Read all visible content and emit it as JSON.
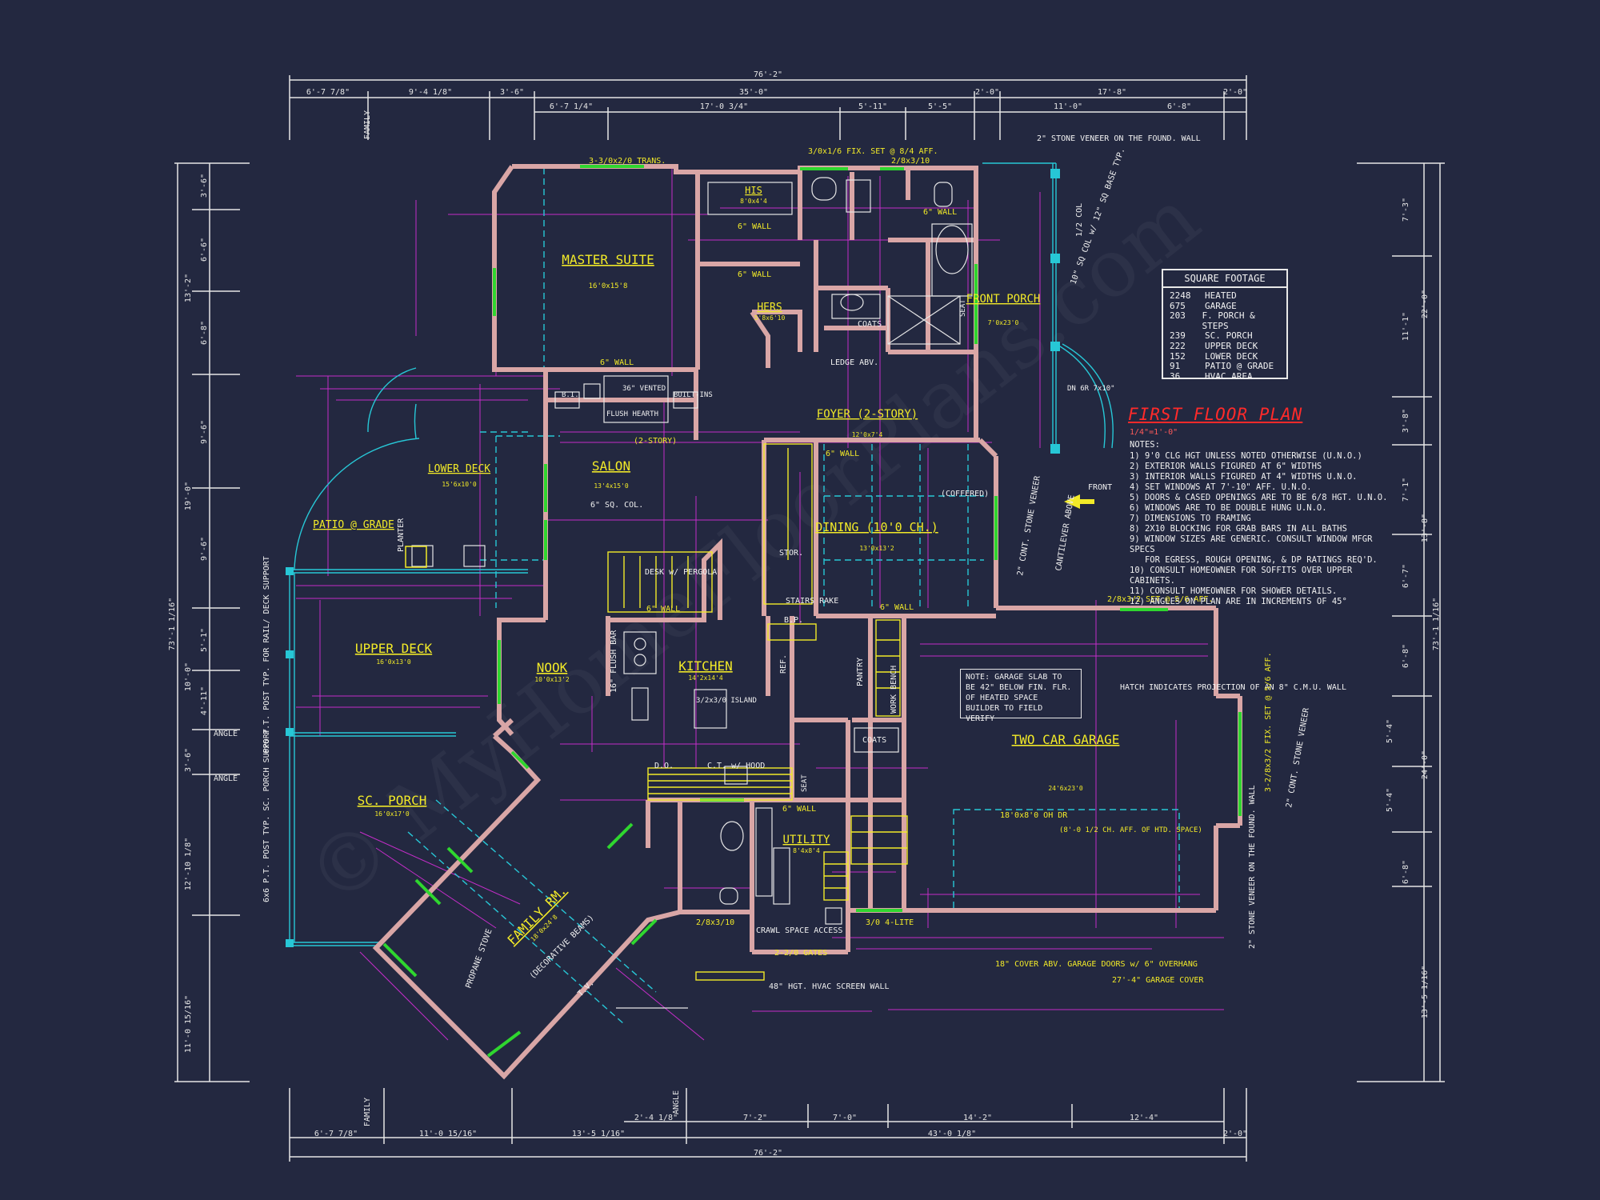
{
  "plan_title": "FIRST FLOOR PLAN",
  "plan_scale": "1/4\"=1'-0\"",
  "watermark": "© MyHomeFloorPlans.com",
  "square_footage": {
    "title": "SQUARE FOOTAGE",
    "rows": [
      {
        "value": "2248",
        "label": "HEATED"
      },
      {
        "value": "675",
        "label": "GARAGE"
      },
      {
        "value": "203",
        "label": "F. PORCH & STEPS"
      },
      {
        "value": "239",
        "label": "SC. PORCH"
      },
      {
        "value": "222",
        "label": "UPPER DECK"
      },
      {
        "value": "152",
        "label": "LOWER DECK"
      },
      {
        "value": "91",
        "label": "PATIO @ GRADE"
      },
      {
        "value": "36",
        "label": "HVAC AREA"
      }
    ]
  },
  "notes": {
    "heading": "NOTES:",
    "items": [
      "1) 9'0 CLG HGT UNLESS NOTED OTHERWISE (U.N.O.)",
      "2) EXTERIOR WALLS FIGURED AT 6\" WIDTHS",
      "3) INTERIOR WALLS FIGURED AT 4\" WIDTHS U.N.O.",
      "4) SET WINDOWS AT 7'-10\" AFF. U.N.O.",
      "5) DOORS & CASED OPENINGS ARE TO BE 6/8 HGT. U.N.O.",
      "6) WINDOWS ARE TO BE DOUBLE HUNG U.N.O.",
      "7) DIMENSIONS TO FRAMING",
      "8) 2X10 BLOCKING FOR GRAB BARS IN ALL BATHS",
      "9) WINDOW SIZES ARE GENERIC. CONSULT WINDOW MFGR SPECS",
      "   FOR EGRESS, ROUGH OPENING, & DP RATINGS REQ'D.",
      "10) CONSULT HOMEOWNER FOR SOFFITS OVER UPPER CABINETS.",
      "11) CONSULT HOMEOWNER FOR SHOWER DETAILS.",
      "12) ANGLES ON PLAN ARE IN INCREMENTS OF 45°"
    ]
  },
  "garage_note": "NOTE: GARAGE SLAB TO BE 42\" BELOW FIN. FLR. OF HEATED SPACE BUILDER TO FIELD VERIFY",
  "rooms": [
    {
      "name": "MASTER SUITE",
      "size": "16'0x15'8"
    },
    {
      "name": "HIS",
      "size": "8'0x4'4"
    },
    {
      "name": "HERS",
      "size": "5'8x6'10"
    },
    {
      "name": "FRONT PORCH",
      "size": "7'0x23'0"
    },
    {
      "name": "FOYER (2-STORY)",
      "size": "12'0x7'4"
    },
    {
      "name": "SALON",
      "size": "13'4x15'0"
    },
    {
      "name": "LOWER DECK",
      "size": "15'6x10'0"
    },
    {
      "name": "PATIO @ GRADE",
      "size": ""
    },
    {
      "name": "DINING (10'0 CH.)",
      "size": "13'0x13'2"
    },
    {
      "name": "UPPER DECK",
      "size": "16'0x13'0"
    },
    {
      "name": "NOOK",
      "size": "10'0x13'2"
    },
    {
      "name": "KITCHEN",
      "size": "14'2x14'4"
    },
    {
      "name": "TWO CAR GARAGE",
      "size": "24'6x23'0"
    },
    {
      "name": "SC. PORCH",
      "size": "16'0x17'0"
    },
    {
      "name": "FAMILY RM.",
      "size": "18'0x24'8"
    },
    {
      "name": "UTILITY",
      "size": "8'4x8'4"
    }
  ],
  "labels": {
    "top_overall": "76'-2\"",
    "bottom_overall": "76'-2\"",
    "left_overall": "73'-1 1/16\"",
    "right_overall": "73'-1 1/16\"",
    "family": "FAMILY",
    "angle": "ANGLE",
    "stone_veneer_top": "2\" STONE VENEER ON THE FOUND. WALL",
    "stone_veneer_right": "2\" STONE VENEER ON THE FOUND. WALL",
    "cont_stone_veneer": "2\" CONT. STONE VENEER",
    "col_note": "10\" SQ COL w/ 12\" SQ BASE TYP.",
    "half_col": "1/2 COL",
    "front_arrow": "FRONT",
    "cantilever": "CANTILEVER ABOVE",
    "hatch_note": "HATCH INDICATES PROJECTION OF AN 8\" C.M.U. WALL",
    "oh_door": "18'0x8'0 OH DR",
    "oh_door_sub": "(8'-0 1/2 CH. AFF. OF HTD. SPACE)",
    "garage_cover": "27'-4\" GARAGE COVER",
    "cover_note": "18\" COVER ABV. GARAGE DOORS w/ 6\" OVERHANG",
    "crawl_space": "CRAWL SPACE ACCESS",
    "gates": "2-2/0 GATES",
    "hvac_wall": "48\" HGT. HVAC SCREEN WALL",
    "post_top": "6x6 P.T. POST TYP. FOR RAIL/ DECK SUPPORT",
    "post_bottom": "6x6 P.T. POST TYP. SC. PORCH SUPPORT",
    "flush_hearth": "FLUSH HEARTH",
    "vented": "36\" VENTED",
    "bi": "B.I.",
    "built_ins": "BUILT-INS",
    "two_story": "(2-STORY)",
    "sq_col": "6\" SQ. COL.",
    "desk": "DESK w/ PERGOLA",
    "coffered": "(COFFERED)",
    "stor": "STOR.",
    "stairs_rake": "STAIRS RAKE",
    "bp": "B.P.",
    "ref": "REF.",
    "pantry": "PANTRY",
    "work_bench": "WORK BENCH",
    "coats": "COATS",
    "island": "3/2x3/0 ISLAND",
    "ct_hood": "C.T. w/ HOOD",
    "do": "D.O.",
    "flush_bar": "16\" FLUSH BAR",
    "propane_stove": "PROPANE STOVE",
    "decorative_beams": "(DECORATIVE BEAMS)",
    "tv": "T.V.",
    "ledge": "LEDGE ABV.",
    "planter": "PLANTER",
    "seat": "SEAT",
    "dn_stair": "DN 6R 7x10\"",
    "trans_top": "3-3/0x2/0 TRANS.",
    "fix_top": "3/0x1/6 FIX. SET @ 8/4 AFF.",
    "dbl_28_31": "2/8x3/10",
    "set_5_6": "2/8x3/2 SET @ 5/6 AFF.",
    "fix_right": "3-2/8x3/2 FIX. SET @ 5/6 AFF.",
    "four_lite": "3/0 4-LITE",
    "six_wall": "6\" WALL"
  },
  "dims_top_row1": [
    "6'-7 7/8\"",
    "9'-4 1/8\"",
    "3'-6\"",
    "35'-0\"",
    "2'-0\"",
    "17'-8\"",
    "2'-0\""
  ],
  "dims_top_row2": [
    "6'-7 1/4\"",
    "17'-0 3/4\"",
    "5'-11\"",
    "5'-5\"",
    "11'-0\"",
    "6'-8\""
  ],
  "dims_bottom_row1": [
    "6'-7 7/8\"",
    "11'-0 15/16\"",
    "13'-5 1/16\"",
    "43'-0 1/8\"",
    "2'-0\""
  ],
  "dims_bottom_row2": [
    "2'-4 1/8\"",
    "7'-2\"",
    "7'-0\"",
    "14'-2\"",
    "12'-4\""
  ],
  "dims_left": [
    "3'-6\"",
    "6'-6\"",
    "6'-8\"",
    "9'-6\"",
    "9'-6\"",
    "5'-1\"",
    "4'-11\"",
    "3'-6\"",
    "11'-0 15/16\""
  ],
  "dims_left_outer": [
    "13'-2\"",
    "19'-0\"",
    "10'-0\"",
    "12'-10 1/8\""
  ],
  "dims_right": [
    "7'-3\"",
    "11'-1\"",
    "3'-8\"",
    "7'-1\"",
    "6'-7\"",
    "6'-8\"",
    "5'-4\"",
    "5'-4\"",
    "6'-8\""
  ],
  "dims_right_outer": [
    "22'-0\"",
    "13'-8\"",
    "24'-0\"",
    "13'-5 1/16\""
  ],
  "colors": {
    "background": "#232840",
    "wall": "#d9a6a6",
    "window": "#2fd62f",
    "dimension": "#e02ee0",
    "label": "#f2ea28",
    "hidden": "#27c7d6",
    "note_text": "#ffffff",
    "title_red": "#ff2a2a"
  }
}
